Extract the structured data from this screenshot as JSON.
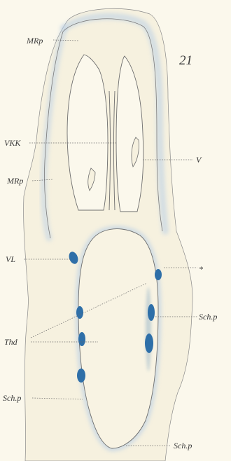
{
  "figure": {
    "number": "21",
    "labels": {
      "mrp_top": "MRp",
      "vkk": "VKK",
      "v": "V",
      "mrp_mid": "MRp",
      "vl": "VL",
      "asterisk": "*",
      "schp_right": "Sch.p",
      "thd": "Thd",
      "schp_left": "Sch.p",
      "schp_bottom": "Sch.p"
    }
  },
  "colors": {
    "background": "#fbf8ec",
    "tissue": "#f6f1df",
    "stain_blue": "#2f6fa8",
    "halo_blue": "#b9cfe6",
    "outline": "#6e6e6e"
  }
}
